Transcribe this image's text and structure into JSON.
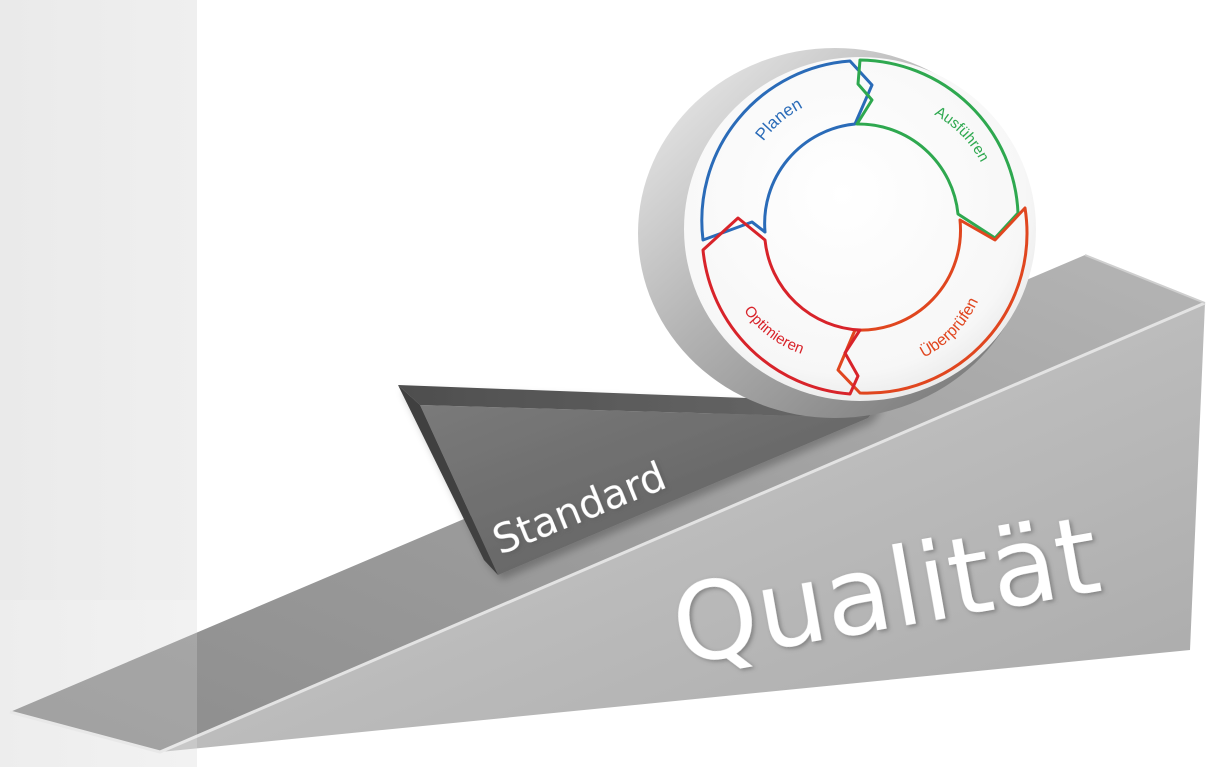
{
  "figure": {
    "wedge_label": "Qualität",
    "block_label": "Standard",
    "cycle_steps": [
      {
        "label": "Planen",
        "color": "#2a6bb8"
      },
      {
        "label": "Ausführen",
        "color": "#2ea84f"
      },
      {
        "label": "Überprüfen",
        "color": "#e0461f"
      },
      {
        "label": "Optimieren",
        "color": "#d8232a"
      }
    ]
  }
}
